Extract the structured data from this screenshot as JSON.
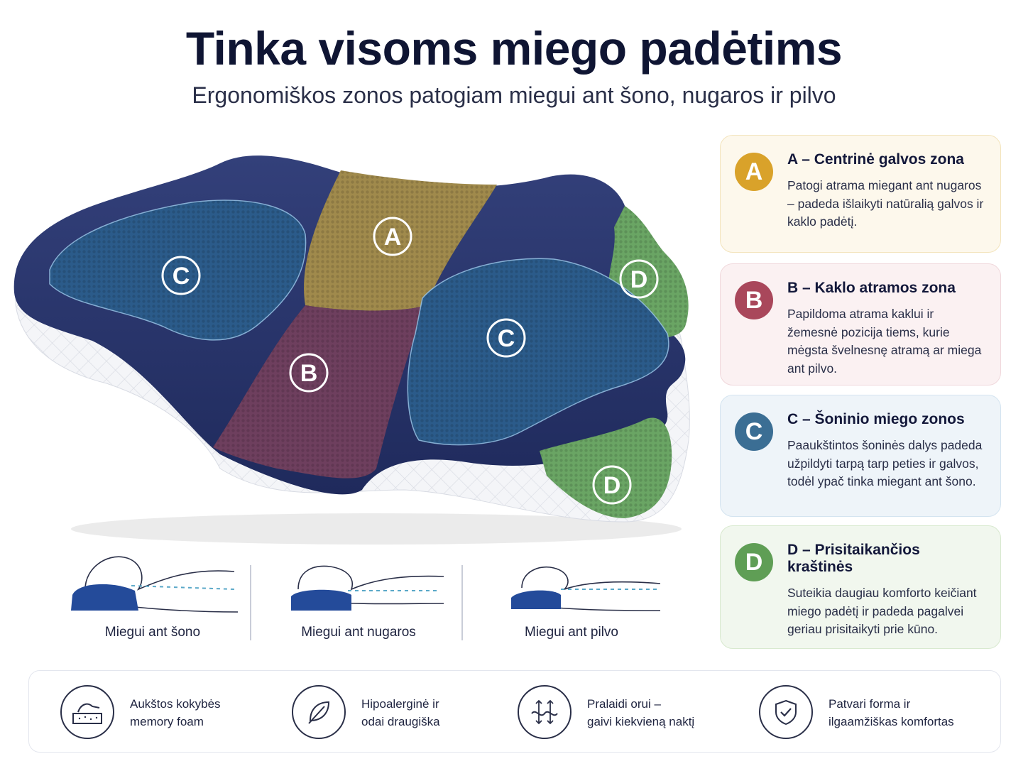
{
  "header": {
    "title": "Tinka visoms miego padėtims",
    "subtitle": "Ergonomiškos zonos patogiam miegui ant šono, nugaros ir pilvo"
  },
  "pillow": {
    "zone_labels": {
      "a": "A",
      "b": "B",
      "c_left": "C",
      "c_right": "C",
      "d_top": "D",
      "d_bottom": "D"
    },
    "colors": {
      "navy": "#26336b",
      "zone_a": "#a08a4c",
      "zone_b": "#6e3f5e",
      "zone_c": "#2b5b8a",
      "zone_d": "#6aa564",
      "foam": "#f2f3f6"
    }
  },
  "zones": [
    {
      "letter": "A",
      "title": "A – Centrinė galvos zona",
      "text": "Patogi atrama miegant ant nugaros – padeda išlaikyti natūralią galvos ir kaklo padėtį.",
      "color": "#d9a22a"
    },
    {
      "letter": "B",
      "title": "B – Kaklo atramos zona",
      "text": "Papildoma atrama kaklui ir žemesnė pozicija tiems, kurie mėgsta švelnesnę atramą ar miega ant pilvo.",
      "color": "#a9475b"
    },
    {
      "letter": "C",
      "title": "C – Šoninio miego zonos",
      "text": "Paaukštintos šoninės dalys padeda užpildyti tarpą tarp peties ir galvos, todėl ypač tinka miegant ant šono.",
      "color": "#3b6e94"
    },
    {
      "letter": "D",
      "title": "D – Prisitaikančios kraštinės",
      "text": "Suteikia daugiau komforto keičiant miego padėtį ir padeda pagalvei geriau prisitaikyti prie kūno.",
      "color": "#5f9e55"
    }
  ],
  "positions": [
    {
      "label": "Miegui ant šono",
      "icon": "side-sleeper-icon"
    },
    {
      "label": "Miegui ant nugaros",
      "icon": "back-sleeper-icon"
    },
    {
      "label": "Miegui ant pilvo",
      "icon": "stomach-sleeper-icon"
    }
  ],
  "features": [
    {
      "line1": "Aukštos kokybės",
      "line2": "memory foam",
      "icon": "memory-foam-icon"
    },
    {
      "line1": "Hipoalerginė ir",
      "line2": "odai draugiška",
      "icon": "leaf-icon"
    },
    {
      "line1": "Pralaidi orui –",
      "line2": "gaivi kiekvieną naktį",
      "icon": "airflow-icon"
    },
    {
      "line1": "Patvari forma ir",
      "line2": "ilgaamžiškas komfortas",
      "icon": "shield-check-icon"
    }
  ]
}
